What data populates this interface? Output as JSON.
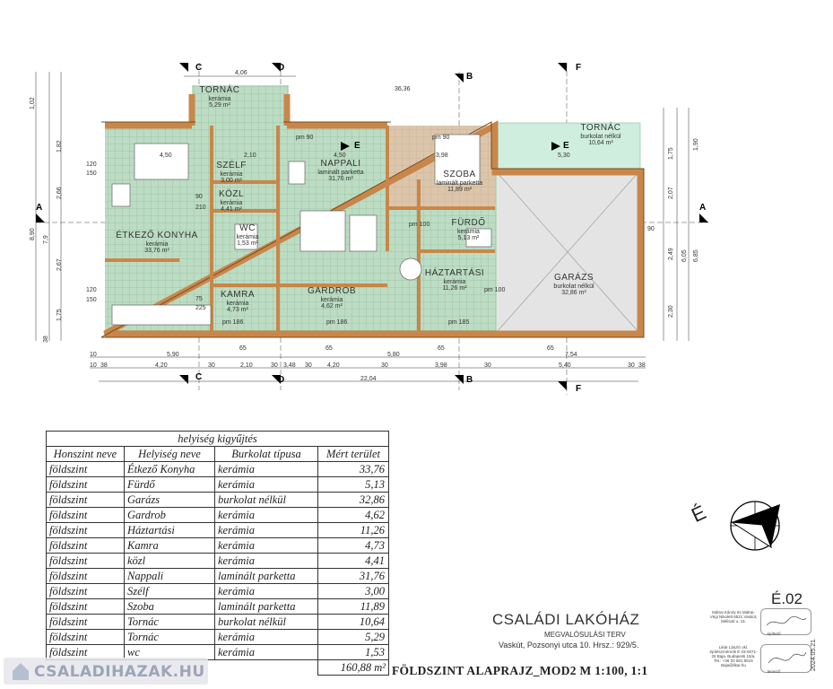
{
  "plan": {
    "rooms": [
      {
        "name": "TORNÁC",
        "finish": "kerámia",
        "area": "5,29 m²"
      },
      {
        "name": "TORNÁC",
        "finish": "burkolat nélkül",
        "area": "10,64 m²"
      },
      {
        "name": "ÉTKEZŐ KONYHA",
        "finish": "kerámia",
        "area": "33,76 m²"
      },
      {
        "name": "SZÉLF",
        "finish": "kerámia",
        "area": "3,00 m²"
      },
      {
        "name": "KÖZL",
        "finish": "kerámia",
        "area": "4,41 m²"
      },
      {
        "name": "WC",
        "finish": "kerámia",
        "area": "1,53 m²"
      },
      {
        "name": "KAMRA",
        "finish": "kerámia",
        "area": "4,73 m²"
      },
      {
        "name": "NAPPALI",
        "finish": "laminált parketta",
        "area": "31,76 m²"
      },
      {
        "name": "GARDROB",
        "finish": "kerámia",
        "area": "4,62 m²"
      },
      {
        "name": "SZOBA",
        "finish": "laminált parketta",
        "area": "11,89 m²"
      },
      {
        "name": "FÜRDŐ",
        "finish": "kerámia",
        "area": "5,13 m²"
      },
      {
        "name": "HÁZTARTÁSI",
        "finish": "kerámia",
        "area": "11,26 m²"
      },
      {
        "name": "GARÁZS",
        "finish": "burkolat nélkül",
        "area": "32,86 m²"
      }
    ],
    "sections": {
      "a": "A",
      "b": "B",
      "c": "C",
      "d": "D",
      "e": "E",
      "f": "F"
    },
    "dims_bottom_1": [
      "10",
      "5,90",
      "65",
      "65",
      "65",
      "5,80",
      "7,54",
      "65"
    ],
    "dims_bottom_2": [
      "10",
      "38",
      "4,20",
      "30",
      "2,10",
      "30",
      "3,48",
      "30",
      "4,20",
      "30",
      "3,98",
      "30",
      "5,40",
      "30",
      "38"
    ],
    "dims_total": "22,04",
    "dims_top": [
      "4,06",
      "36,36"
    ],
    "dims_left": [
      "1,02",
      "1,82",
      "2,66",
      "2,67",
      "1,75",
      "7,9",
      "8,90",
      "38"
    ],
    "dims_right": [
      "1,75",
      "2,07",
      "2,49",
      "2,30",
      "6,05",
      "6,85",
      "1,90"
    ],
    "inner_dims": [
      "4,50",
      "4,50",
      "2,10",
      "3,98",
      "5,30",
      "pm 90",
      "pm 90",
      "pm 186",
      "pm 186",
      "pm 185",
      "pm 100",
      "pm 100",
      "120",
      "150",
      "120",
      "150",
      "210",
      "90",
      "90",
      "75",
      "225"
    ]
  },
  "table": {
    "title": "helyiség kigyűjtés",
    "headers": [
      "Honszint neve",
      "Helyiség neve",
      "Burkolat típusa",
      "Mért terület"
    ],
    "rows": [
      [
        "földszint",
        "Étkező Konyha",
        "kerámia",
        "33,76"
      ],
      [
        "földszint",
        "Fürdő",
        "kerámia",
        "5,13"
      ],
      [
        "földszint",
        "Garázs",
        "burkolat nélkül",
        "32,86"
      ],
      [
        "földszint",
        "Gardrob",
        "kerámia",
        "4,62"
      ],
      [
        "földszint",
        "Háztartási",
        "kerámia",
        "11,26"
      ],
      [
        "földszint",
        "Kamra",
        "kerámia",
        "4,73"
      ],
      [
        "földszint",
        "közl",
        "kerámia",
        "4,41"
      ],
      [
        "földszint",
        "Nappali",
        "laminált parketta",
        "31,76"
      ],
      [
        "földszint",
        "Szélf",
        "kerámia",
        "3,00"
      ],
      [
        "földszint",
        "Szoba",
        "laminált parketta",
        "11,89"
      ],
      [
        "földszint",
        "Tornác",
        "burkolat nélkül",
        "10,64"
      ],
      [
        "földszint",
        "Tornác",
        "kerámia",
        "5,29"
      ],
      [
        "földszint",
        "wc",
        "kerámia",
        "1,53"
      ]
    ],
    "total": "160,88 m²"
  },
  "north": {
    "label": "É"
  },
  "title_block": {
    "title": "CSALÁDI LAKÓHÁZ",
    "subtitle": "MEGVALÓSULÁSI TERV",
    "address": "Vaskút, Pozsonyi utca 10.   Hrsz.: 929/5.",
    "drawing": "FÖLDSZINT ALAPRAJZ_MOD2  M 1:100, 1:1",
    "sheet_no": "É.02",
    "owner": "Mátrai Károly és Mátrai-Végi Nikolett 6521 Vaskút, Mélisoti u. 15.",
    "owner_label": "építtető",
    "designer": "Likár László okl. építészmérnök É 03-0071-25 Baja, Budapesti 15/a. Tel.: +36 20 581 5516 Baja@likar.hu",
    "designer_label": "tervező",
    "date": "2024.05.21."
  },
  "watermark": {
    "text": "CSALADIHAZAK.HU"
  },
  "colors": {
    "wall": "#c8874a",
    "tile": "#b9d8c0",
    "grid": "#7fa88a",
    "parquet": "#d9c2a8",
    "porch": "#cfeedd",
    "garage": "#dcdcdc"
  }
}
